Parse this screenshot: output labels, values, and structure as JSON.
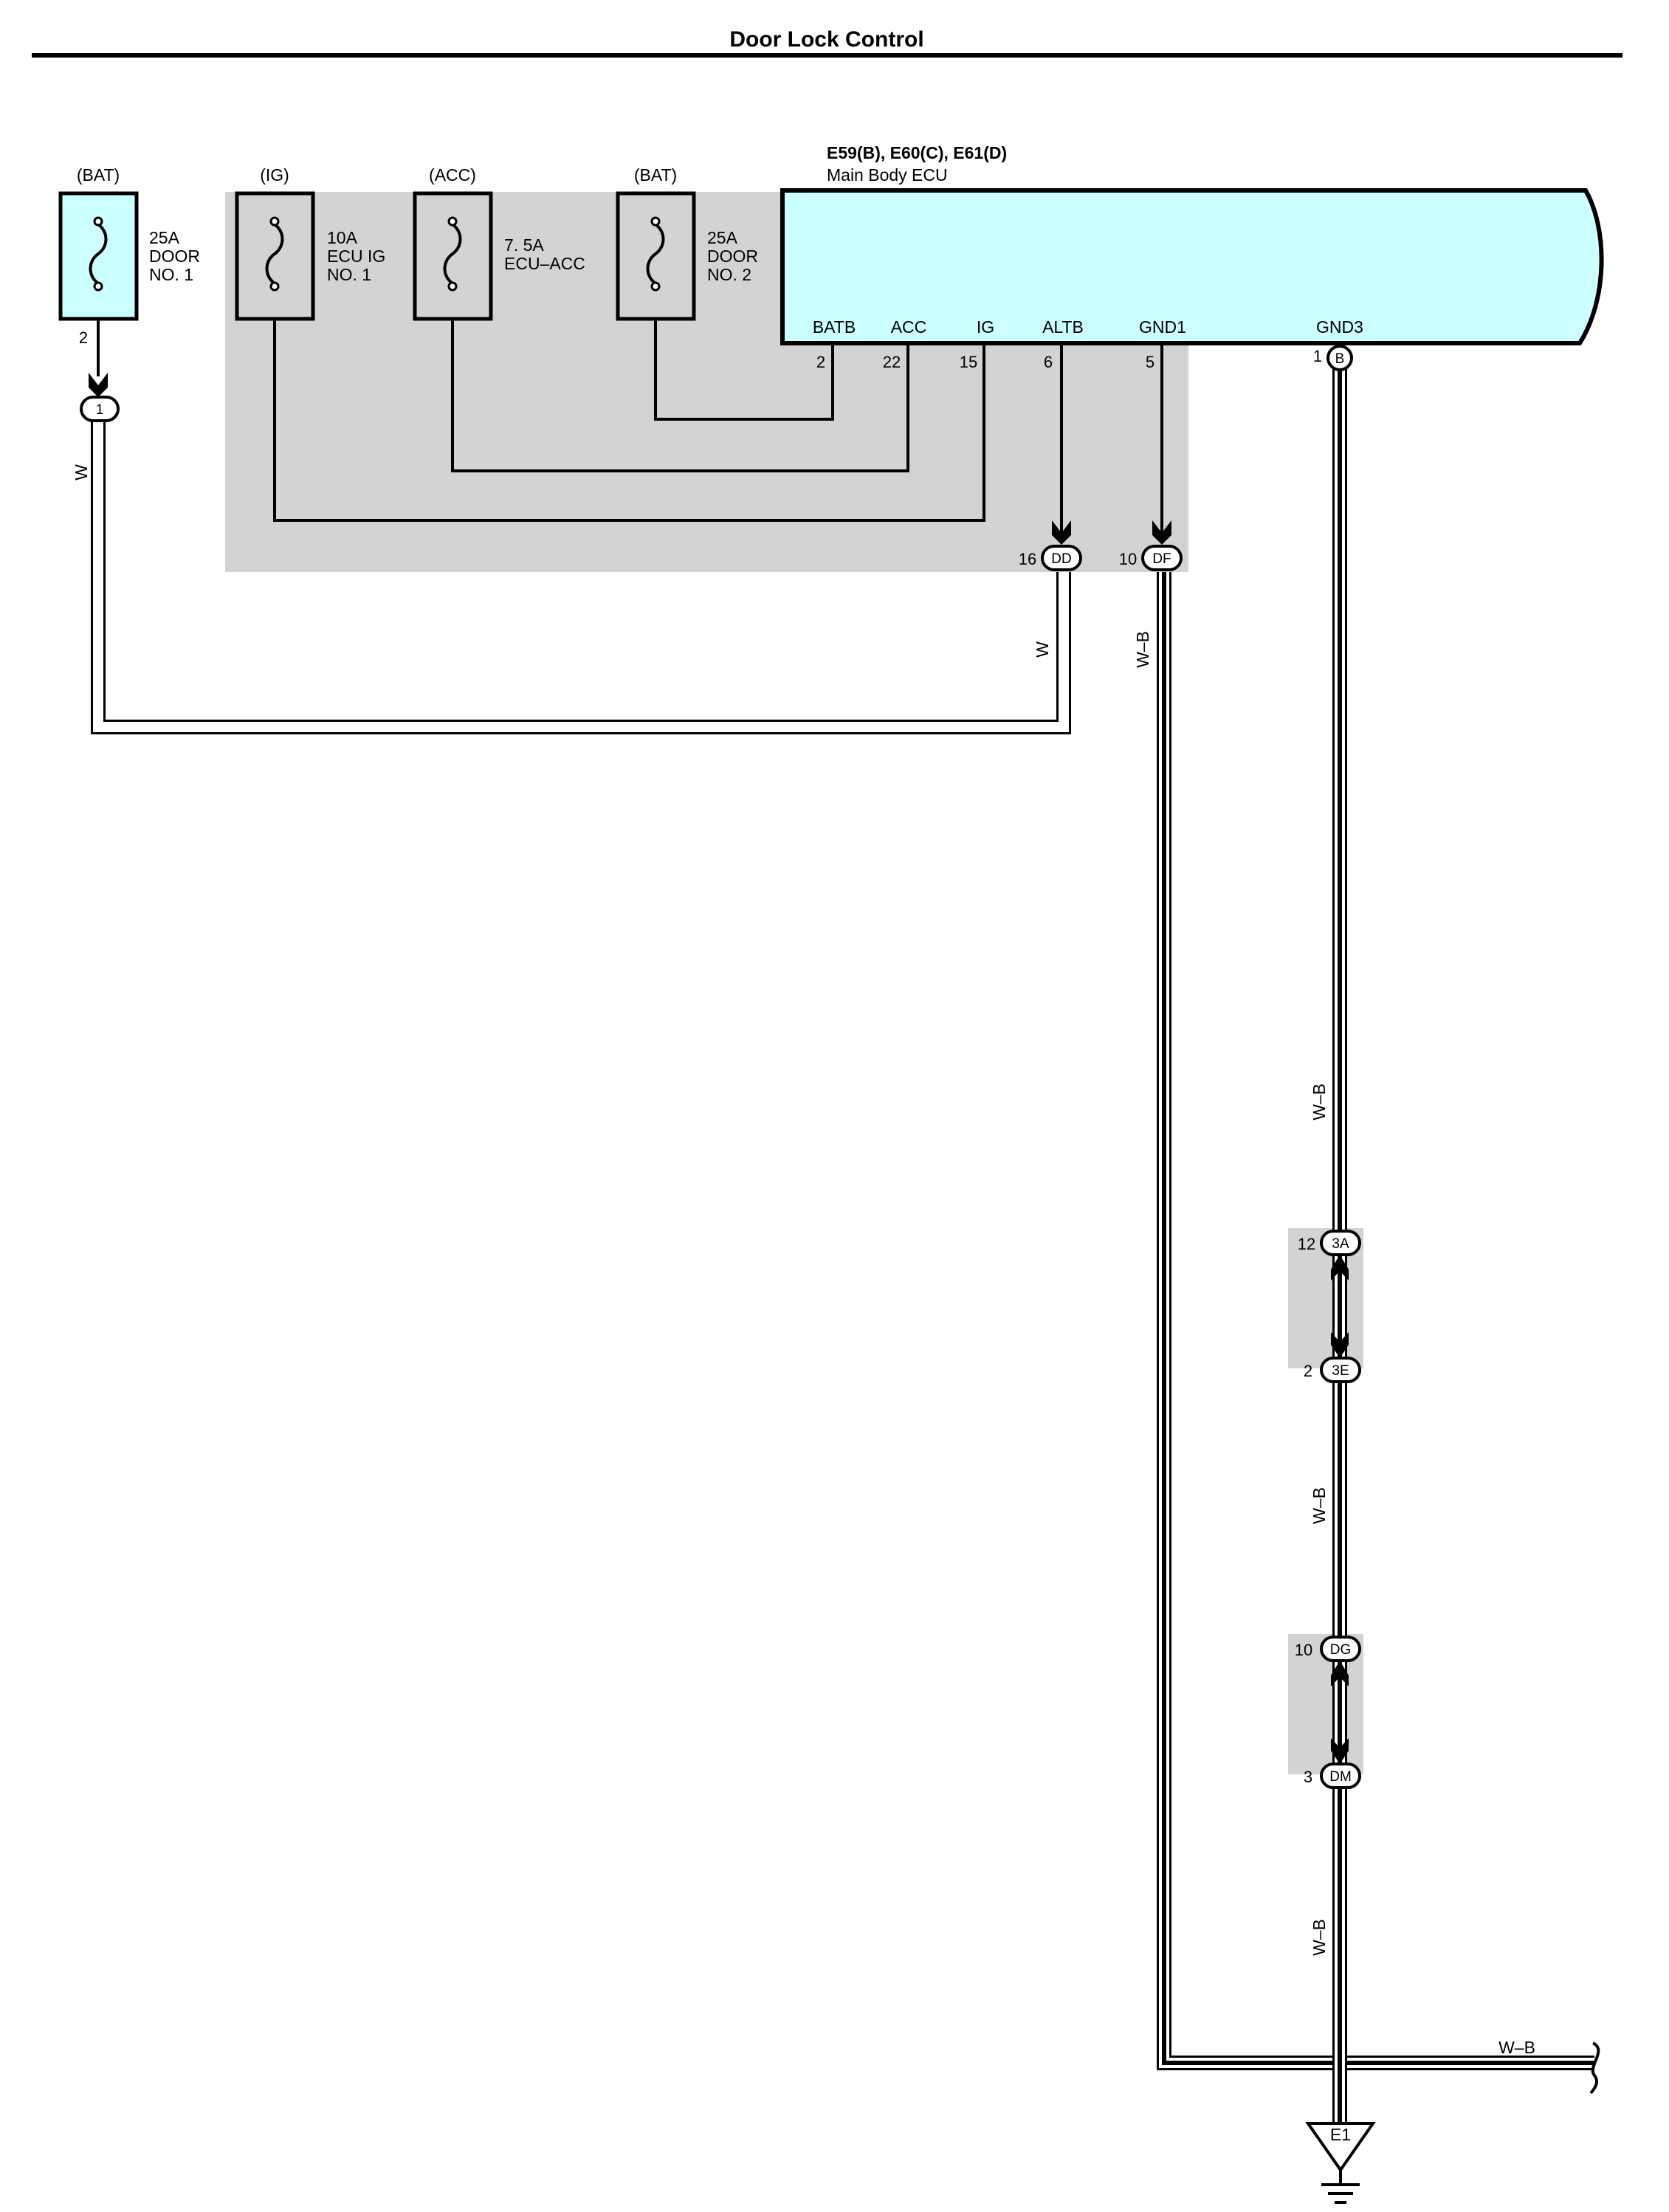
{
  "title": "Door Lock Control",
  "ecu": {
    "connectors": "E59(B), E60(C), E61(D)",
    "name": "Main Body ECU",
    "terminals": [
      {
        "name": "BATB",
        "pin": "2"
      },
      {
        "name": "ACC",
        "pin": "22"
      },
      {
        "name": "IG",
        "pin": "15"
      },
      {
        "name": "ALTB",
        "pin": "6"
      },
      {
        "name": "GND1",
        "pin": "5"
      },
      {
        "name": "GND3",
        "pin": "1",
        "connector": "B"
      }
    ]
  },
  "fuses": [
    {
      "source": "(BAT)",
      "line1": "25A",
      "line2": "DOOR",
      "line3": "NO. 1",
      "pin": "2"
    },
    {
      "source": "(IG)",
      "line1": "10A",
      "line2": "ECU IG",
      "line3": "NO. 1"
    },
    {
      "source": "(ACC)",
      "line1": "7. 5A",
      "line2": "ECU–ACC",
      "line3": ""
    },
    {
      "source": "(BAT)",
      "line1": "25A",
      "line2": "DOOR",
      "line3": "NO. 2"
    }
  ],
  "junctions": [
    {
      "id": "1",
      "pin": ""
    },
    {
      "id": "DD",
      "pin": "16"
    },
    {
      "id": "DF",
      "pin": "10"
    },
    {
      "id": "3A",
      "pin": "12"
    },
    {
      "id": "3E",
      "pin": "2"
    },
    {
      "id": "DG",
      "pin": "10"
    },
    {
      "id": "DM",
      "pin": "3"
    }
  ],
  "wire_colors": {
    "w_fuse1": "W",
    "w_dd": "W",
    "wb_df": "W–B",
    "wb_gnd_upper": "W–B",
    "wb_gnd_middle": "W–B",
    "wb_gnd_lower": "W–B",
    "wb_right": "W–B"
  },
  "ground": {
    "label": "E1"
  },
  "colors": {
    "ecu_fill": "#ccffff",
    "fuse_fill": "#ccffff",
    "junction_block_fill": "#d3d3d3",
    "wire": "#000000"
  }
}
